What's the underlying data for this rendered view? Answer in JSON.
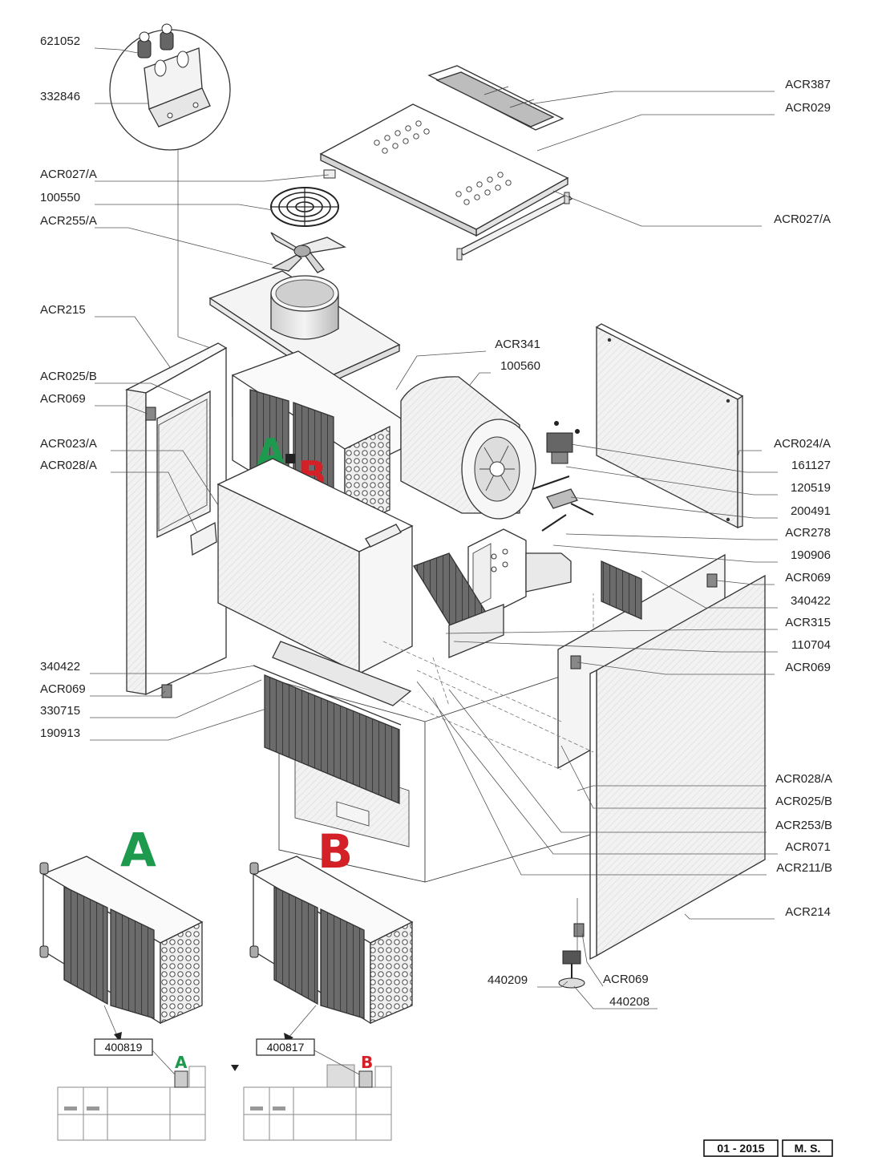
{
  "part_labels": [
    "621052",
    "332846",
    "ACR027/A",
    "100550",
    "ACR255/A",
    "ACR215",
    "ACR025/B",
    "ACR069",
    "ACR023/A",
    "ACR028/A",
    "340422",
    "ACR069",
    "330715",
    "190913",
    "ACR387",
    "ACR029",
    "ACR027/A",
    "ACR341",
    "100560",
    "ACR024/A",
    "161127",
    "120519",
    "200491",
    "ACR278",
    "190906",
    "ACR069",
    "340422",
    "ACR315",
    "110704",
    "ACR069",
    "ACR028/A",
    "ACR025/B",
    "ACR253/B",
    "ACR071",
    "ACR211/B",
    "ACR214",
    "440209",
    "ACR069",
    "440208"
  ],
  "variants": {
    "a": {
      "letter": "A",
      "code": "400819",
      "letter_color": "#1e9a4e"
    },
    "b": {
      "letter": "B",
      "code": "400817",
      "letter_color": "#d42128"
    }
  },
  "footer": {
    "date": "01 - 2015",
    "author": "M. S."
  },
  "colors": {
    "green": "#1e9a4e",
    "red": "#d42128",
    "ink": "#333333"
  }
}
